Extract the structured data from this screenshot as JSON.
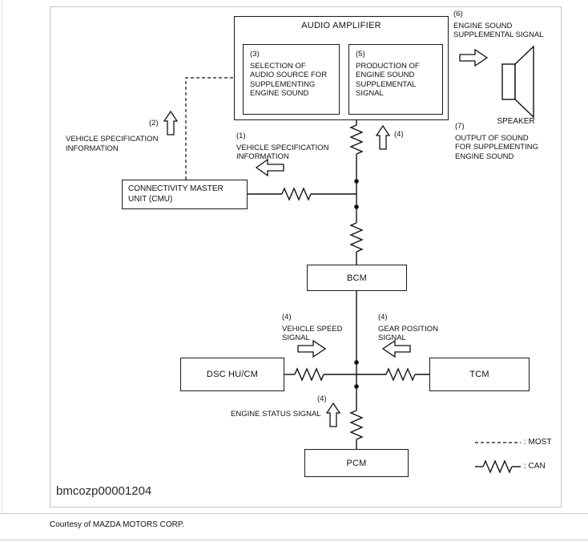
{
  "boxes": {
    "amplifier": {
      "title": "AUDIO AMPLIFIER"
    },
    "selection": {
      "ref": "(3)",
      "l1": "SELECTION OF",
      "l2": "AUDIO SOURCE FOR",
      "l3": "SUPPLEMENTING",
      "l4": "ENGINE SOUND"
    },
    "production": {
      "ref": "(5)",
      "l1": "PRODUCTION OF",
      "l2": "ENGINE SOUND",
      "l3": "SUPPLEMENTAL",
      "l4": "SIGNAL"
    },
    "cmu": {
      "l1": "CONNECTIVITY MASTER",
      "l2": "UNIT (CMU)"
    },
    "bcm": {
      "label": "BCM"
    },
    "dsc": {
      "label": "DSC HU/CM"
    },
    "tcm": {
      "label": "TCM"
    },
    "pcm": {
      "label": "PCM"
    },
    "speaker": {
      "label": "SPEAKER"
    }
  },
  "labels": {
    "s6": {
      "ref": "(6)",
      "l1": "ENGINE SOUND",
      "l2": "SUPPLEMENTAL SIGNAL"
    },
    "s7": {
      "ref": "(7)",
      "l1": "OUTPUT OF SOUND",
      "l2": "FOR SUPPLEMENTING",
      "l3": "ENGINE SOUND"
    },
    "s2": {
      "ref": "(2)",
      "l1": "VEHICLE SPECIFICATION",
      "l2": "INFORMATION"
    },
    "s1": {
      "ref": "(1)",
      "l1": "VEHICLE SPECIFICATION",
      "l2": "INFORMATION"
    },
    "s4_amp": {
      "ref": "(4)"
    },
    "s4_speed": {
      "ref": "(4)",
      "l1": "VEHICLE SPEED",
      "l2": "SIGNAL"
    },
    "s4_gear": {
      "ref": "(4)",
      "l1": "GEAR POSITION",
      "l2": "SIGNAL"
    },
    "s4_engine": {
      "ref": "(4)",
      "l1": "ENGINE STATUS SIGNAL"
    }
  },
  "legend": {
    "most": ": MOST",
    "can": ": CAN"
  },
  "caption": "bmcozp00001204",
  "footer": {
    "courtesy": "Courtesy of MAZDA MOTORS CORP."
  },
  "colors": {
    "line": "#111111",
    "panel_border": "#c4c4c4"
  }
}
